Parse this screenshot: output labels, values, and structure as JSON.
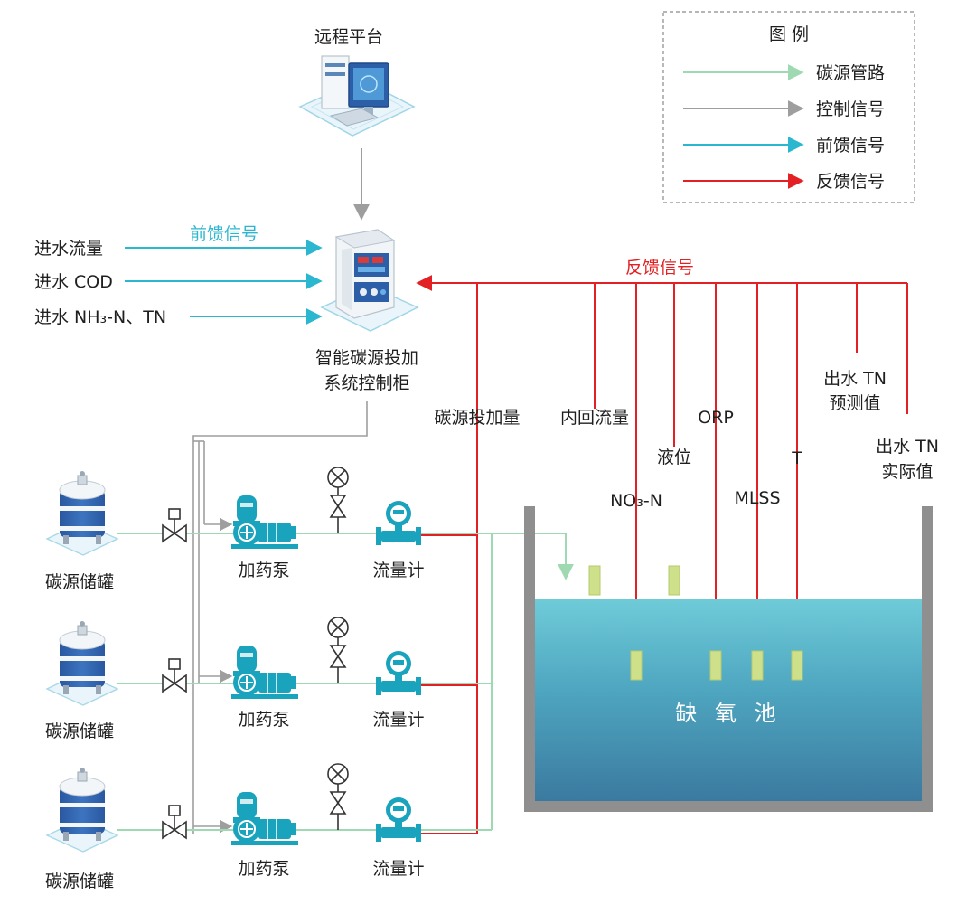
{
  "legend": {
    "title": "图 例",
    "items": [
      {
        "label": "碳源管路",
        "color": "#9fd9b2"
      },
      {
        "label": "控制信号",
        "color": "#9e9e9e"
      },
      {
        "label": "前馈信号",
        "color": "#2bb7cf"
      },
      {
        "label": "反馈信号",
        "color": "#e32124"
      }
    ]
  },
  "platform": {
    "label": "远程平台"
  },
  "cabinet": {
    "label_line1": "智能碳源投加",
    "label_line2": "系统控制柜"
  },
  "feedforward": {
    "title": "前馈信号",
    "inputs": [
      "进水流量",
      "进水 COD",
      "进水 NH₃-N、TN"
    ]
  },
  "feedback": {
    "title": "反馈信号",
    "signals": {
      "dose": "碳源投加量",
      "inner_flow": "内回流量",
      "no3": "NO₃-N",
      "level": "液位",
      "orp": "ORP",
      "mlss": "MLSS",
      "t": "T",
      "tn_pred_1": "出水 TN",
      "tn_pred_2": "预测值",
      "tn_act_1": "出水 TN",
      "tn_act_2": "实际值"
    }
  },
  "units": {
    "tank": "碳源储罐",
    "pump": "加药泵",
    "meter": "流量计"
  },
  "basin": {
    "label": "缺 氧 池"
  },
  "colors": {
    "pipe": "#9fd9b2",
    "control": "#9e9e9e",
    "feedforward": "#2bb7cf",
    "feedback": "#e32124",
    "equipment": "#1aa3bd",
    "tank_blue": "#2e5fa8",
    "water_top": "#69c8d6",
    "water_bottom": "#3f7fa3",
    "sensor": "#cfe08a",
    "wall": "#8f8f8f"
  }
}
